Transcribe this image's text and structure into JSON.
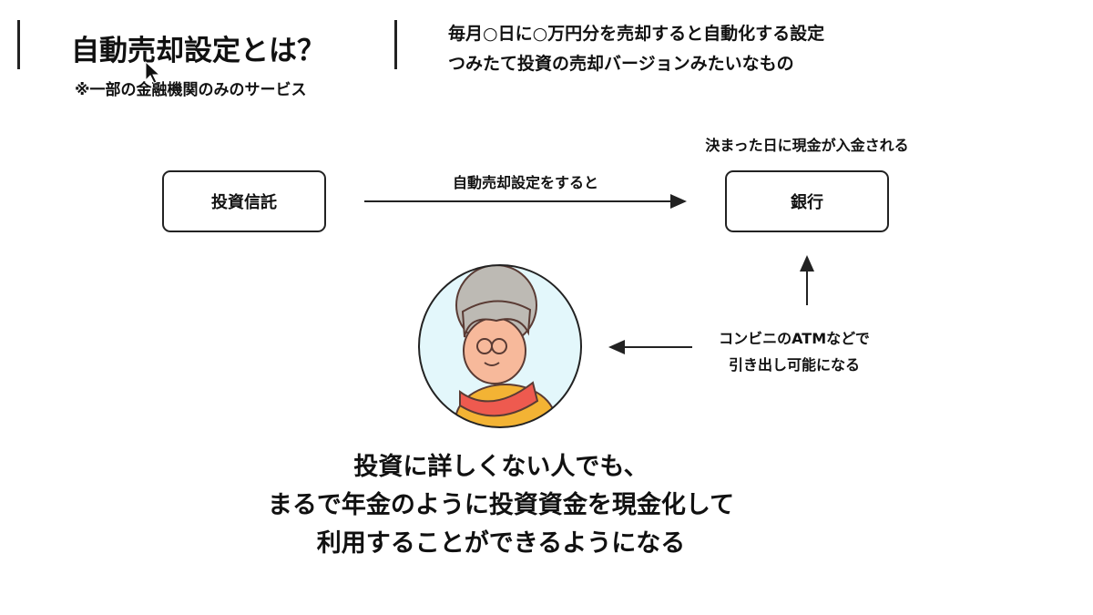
{
  "header": {
    "title": "自動売却設定とは？",
    "note": "※一部の金融機関のみのサービス",
    "desc_lines": [
      "毎月○日に○万円分を売却すると自動化する設定",
      "つみたて投資の売却バージョンみたいなもの"
    ]
  },
  "diagram": {
    "box_left": "投資信託",
    "box_right": "銀行",
    "arrow_label": "自動売却設定をすると",
    "bank_label": "決まった日に現金が入金される",
    "atm_lines": [
      "コンビニのATMなどで",
      "引き出し可能になる"
    ]
  },
  "conclusion": {
    "lines": [
      "投資に詳しくない人でも、",
      "まるで年金のように投資資金を現金化して",
      "利用することができるようになる"
    ]
  },
  "colors": {
    "circle_bg": "#e3f7fb",
    "hair": "#bdbab4",
    "skin": "#f7b99b",
    "scarf": "#ee5a4f",
    "sweater": "#f3b334"
  }
}
